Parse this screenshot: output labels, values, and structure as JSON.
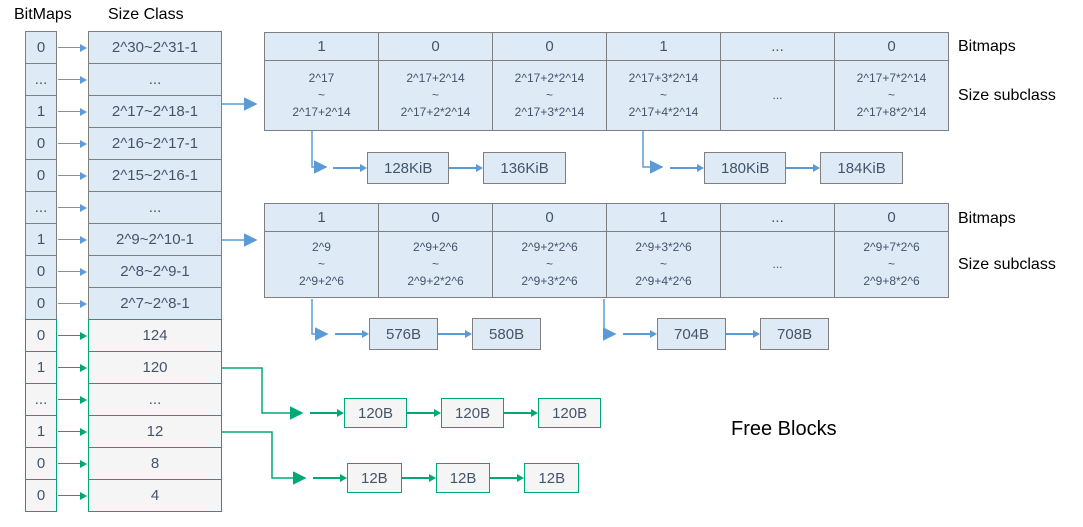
{
  "palette": {
    "blue_fill": "#deebf7",
    "gray_border": "#7f7f7f",
    "blue_arrow": "#5b9bd5",
    "green": "#00a878",
    "light_fill": "#f5f5f5",
    "text": "#44546a"
  },
  "left": {
    "bitmaps_title": "BitMaps",
    "size_class_title": "Size Class",
    "rows": [
      {
        "bit": "0",
        "size": "2^30~2^31-1",
        "style": "blue"
      },
      {
        "bit": "...",
        "size": "...",
        "style": "blue"
      },
      {
        "bit": "1",
        "size": "2^17~2^18-1",
        "style": "blue"
      },
      {
        "bit": "0",
        "size": "2^16~2^17-1",
        "style": "blue"
      },
      {
        "bit": "0",
        "size": "2^15~2^16-1",
        "style": "blue"
      },
      {
        "bit": "...",
        "size": "...",
        "style": "blue"
      },
      {
        "bit": "1",
        "size": "2^9~2^10-1",
        "style": "blue"
      },
      {
        "bit": "0",
        "size": "2^8~2^9-1",
        "style": "blue"
      },
      {
        "bit": "0",
        "size": "2^7~2^8-1",
        "style": "blue"
      },
      {
        "bit": "0",
        "size": "124",
        "style": "green"
      },
      {
        "bit": "1",
        "size": "120",
        "style": "green"
      },
      {
        "bit": "...",
        "size": "...",
        "style": "green"
      },
      {
        "bit": "1",
        "size": "12",
        "style": "green"
      },
      {
        "bit": "0",
        "size": "8",
        "style": "green"
      },
      {
        "bit": "0",
        "size": "4",
        "style": "green"
      }
    ]
  },
  "table1": {
    "bitmaps_label": "Bitmaps",
    "subclass_label": "Size subclass",
    "columns": [
      {
        "bit": "1",
        "top": "2^17",
        "mid": "~",
        "bot": "2^17+2^14"
      },
      {
        "bit": "0",
        "top": "2^17+2^14",
        "mid": "~",
        "bot": "2^17+2*2^14"
      },
      {
        "bit": "0",
        "top": "2^17+2*2^14",
        "mid": "~",
        "bot": "2^17+3*2^14"
      },
      {
        "bit": "1",
        "top": "2^17+3*2^14",
        "mid": "~",
        "bot": "2^17+4*2^14"
      },
      {
        "bit": "...",
        "top": "",
        "mid": "...",
        "bot": ""
      },
      {
        "bit": "0",
        "top": "2^17+7*2^14",
        "mid": "~",
        "bot": "2^17+8*2^14"
      }
    ]
  },
  "table2": {
    "bitmaps_label": "Bitmaps",
    "subclass_label": "Size subclass",
    "columns": [
      {
        "bit": "1",
        "top": "2^9",
        "mid": "~",
        "bot": "2^9+2^6"
      },
      {
        "bit": "0",
        "top": "2^9+2^6",
        "mid": "~",
        "bot": "2^9+2*2^6"
      },
      {
        "bit": "0",
        "top": "2^9+2*2^6",
        "mid": "~",
        "bot": "2^9+3*2^6"
      },
      {
        "bit": "1",
        "top": "2^9+3*2^6",
        "mid": "~",
        "bot": "2^9+4*2^6"
      },
      {
        "bit": "...",
        "top": "",
        "mid": "...",
        "bot": ""
      },
      {
        "bit": "0",
        "top": "2^9+7*2^6",
        "mid": "~",
        "bot": "2^9+8*2^6"
      }
    ]
  },
  "chains": {
    "kib1": [
      "128KiB",
      "136KiB"
    ],
    "kib2": [
      "180KiB",
      "184KiB"
    ],
    "b1": [
      "576B",
      "580B"
    ],
    "b2": [
      "704B",
      "708B"
    ],
    "free120": [
      "120B",
      "120B",
      "120B"
    ],
    "free12": [
      "12B",
      "12B",
      "12B"
    ]
  },
  "free_blocks_label": "Free Blocks"
}
